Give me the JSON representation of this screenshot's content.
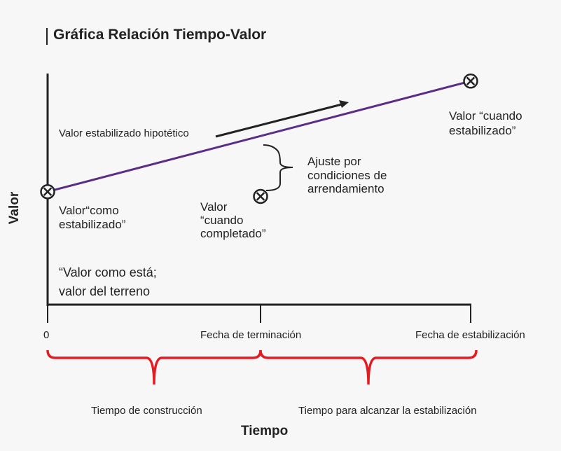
{
  "title": "Gráfica Relación Tiempo-Valor",
  "colors": {
    "value_line": "#5b2d86",
    "axis": "#222222",
    "brace_bottom": "#e31b23",
    "background": "#f7f7f7"
  },
  "labels": {
    "y_axis": "Valor",
    "x_axis": "Tiempo",
    "x_origin": "0",
    "completion_date": "Fecha de terminación",
    "stabilization_date": "Fecha de estabilización",
    "construction_time": "Tiempo de construcción",
    "stabilization_time": "Tiempo para alcanzar la estabilización",
    "hypothetical": "Valor estabilizado hipotético",
    "adjust_line1": "Ajuste por",
    "adjust_line2": "condiciones de",
    "adjust_line3": "arrendamiento",
    "as_stabilized_line1": "Valor“como",
    "as_stabilized_line2": "estabilizado”",
    "when_completed_line1": "Valor",
    "when_completed_line2": "“cuando",
    "when_completed_line3": "completado”",
    "when_stabilized_line1": "Valor “cuando",
    "when_stabilized_line2": "estabilizado”",
    "as_is_line1": "“Valor como está;",
    "as_is_line2": "valor del terreno"
  },
  "chart_data": {
    "type": "line",
    "title": "Gráfica Relación Tiempo-Valor",
    "xlabel": "Tiempo",
    "ylabel": "Valor",
    "x_ticks": [
      "0",
      "Fecha de terminación",
      "Fecha de estabilización"
    ],
    "series": [
      {
        "points": [
          {
            "x": 0,
            "y": 0.48
          },
          {
            "x": 2,
            "y": 0.95
          }
        ]
      }
    ],
    "markers": [
      {
        "label": "Valor“como estabilizado”",
        "x": 0,
        "y": 0.48
      },
      {
        "label": "Valor “cuando completado”",
        "x": 1,
        "y": 0.46
      },
      {
        "label": "Valor “cuando estabilizado”",
        "x": 2,
        "y": 0.95
      }
    ],
    "annotations": [
      "Valor estabilizado hipotético",
      "Ajuste por condiciones de arrendamiento",
      "“Valor como está; valor del terreno"
    ],
    "grid": false
  }
}
